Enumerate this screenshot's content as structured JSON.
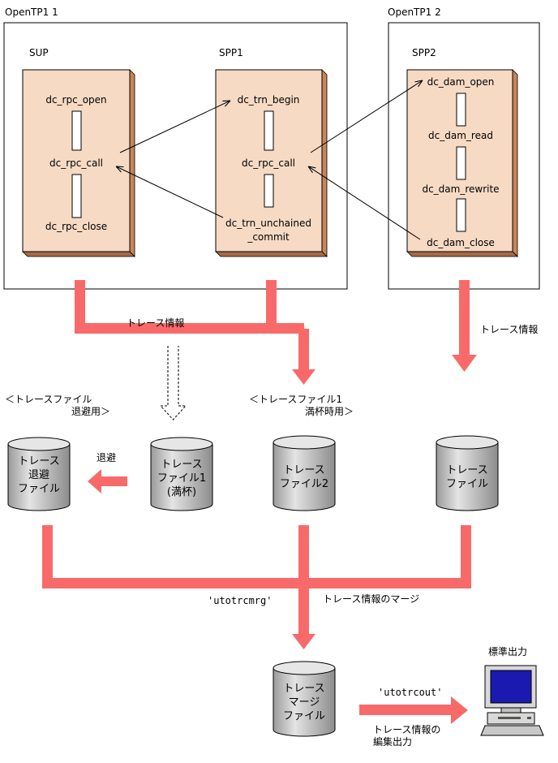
{
  "systems": {
    "left": "OpenTP1 1",
    "right": "OpenTP1 2"
  },
  "processes": {
    "sup": {
      "name": "SUP",
      "funcs": [
        "dc_rpc_open",
        "dc_rpc_call",
        "dc_rpc_close"
      ]
    },
    "spp1": {
      "name": "SPP1",
      "funcs": [
        "dc_trn_begin",
        "dc_rpc_call",
        "dc_trn_unchained",
        "_commit"
      ]
    },
    "spp2": {
      "name": "SPP2",
      "funcs": [
        "dc_dam_open",
        "dc_dam_read",
        "dc_dam_rewrite",
        "dc_dam_close"
      ]
    }
  },
  "labels": {
    "trace_info_left": "トレース情報",
    "trace_info_right": "トレース情報",
    "evac_file_line1": "＜トレースファイル",
    "evac_file_line2": "退避用＞",
    "full_file_line1": "＜トレースファイル1",
    "full_file_line2": "満杯時用＞",
    "evacuate": "退避",
    "merge_cmd": "'utotrcmrg'",
    "merge_label": "トレース情報のマージ",
    "out_cmd": "'utotrcout'",
    "edit_line1": "トレース情報の",
    "edit_line2": "編集出力",
    "stdout": "標準出力"
  },
  "cylinders": {
    "evac": [
      "トレース",
      "退避",
      "ファイル"
    ],
    "file1": [
      "トレース",
      "ファイル1",
      "(満杯)"
    ],
    "file2": [
      "トレース",
      "ファイル2"
    ],
    "file": [
      "トレース",
      "ファイル"
    ],
    "merge": [
      "トレース",
      "マージ",
      "ファイル"
    ]
  },
  "colors": {
    "flow_arrow": "#f86a6a",
    "process_box": "#f6dac4",
    "process_side": "#c8865a",
    "cylinder": "#c8c8c8",
    "monitor_screen": "#1a1ab0"
  }
}
